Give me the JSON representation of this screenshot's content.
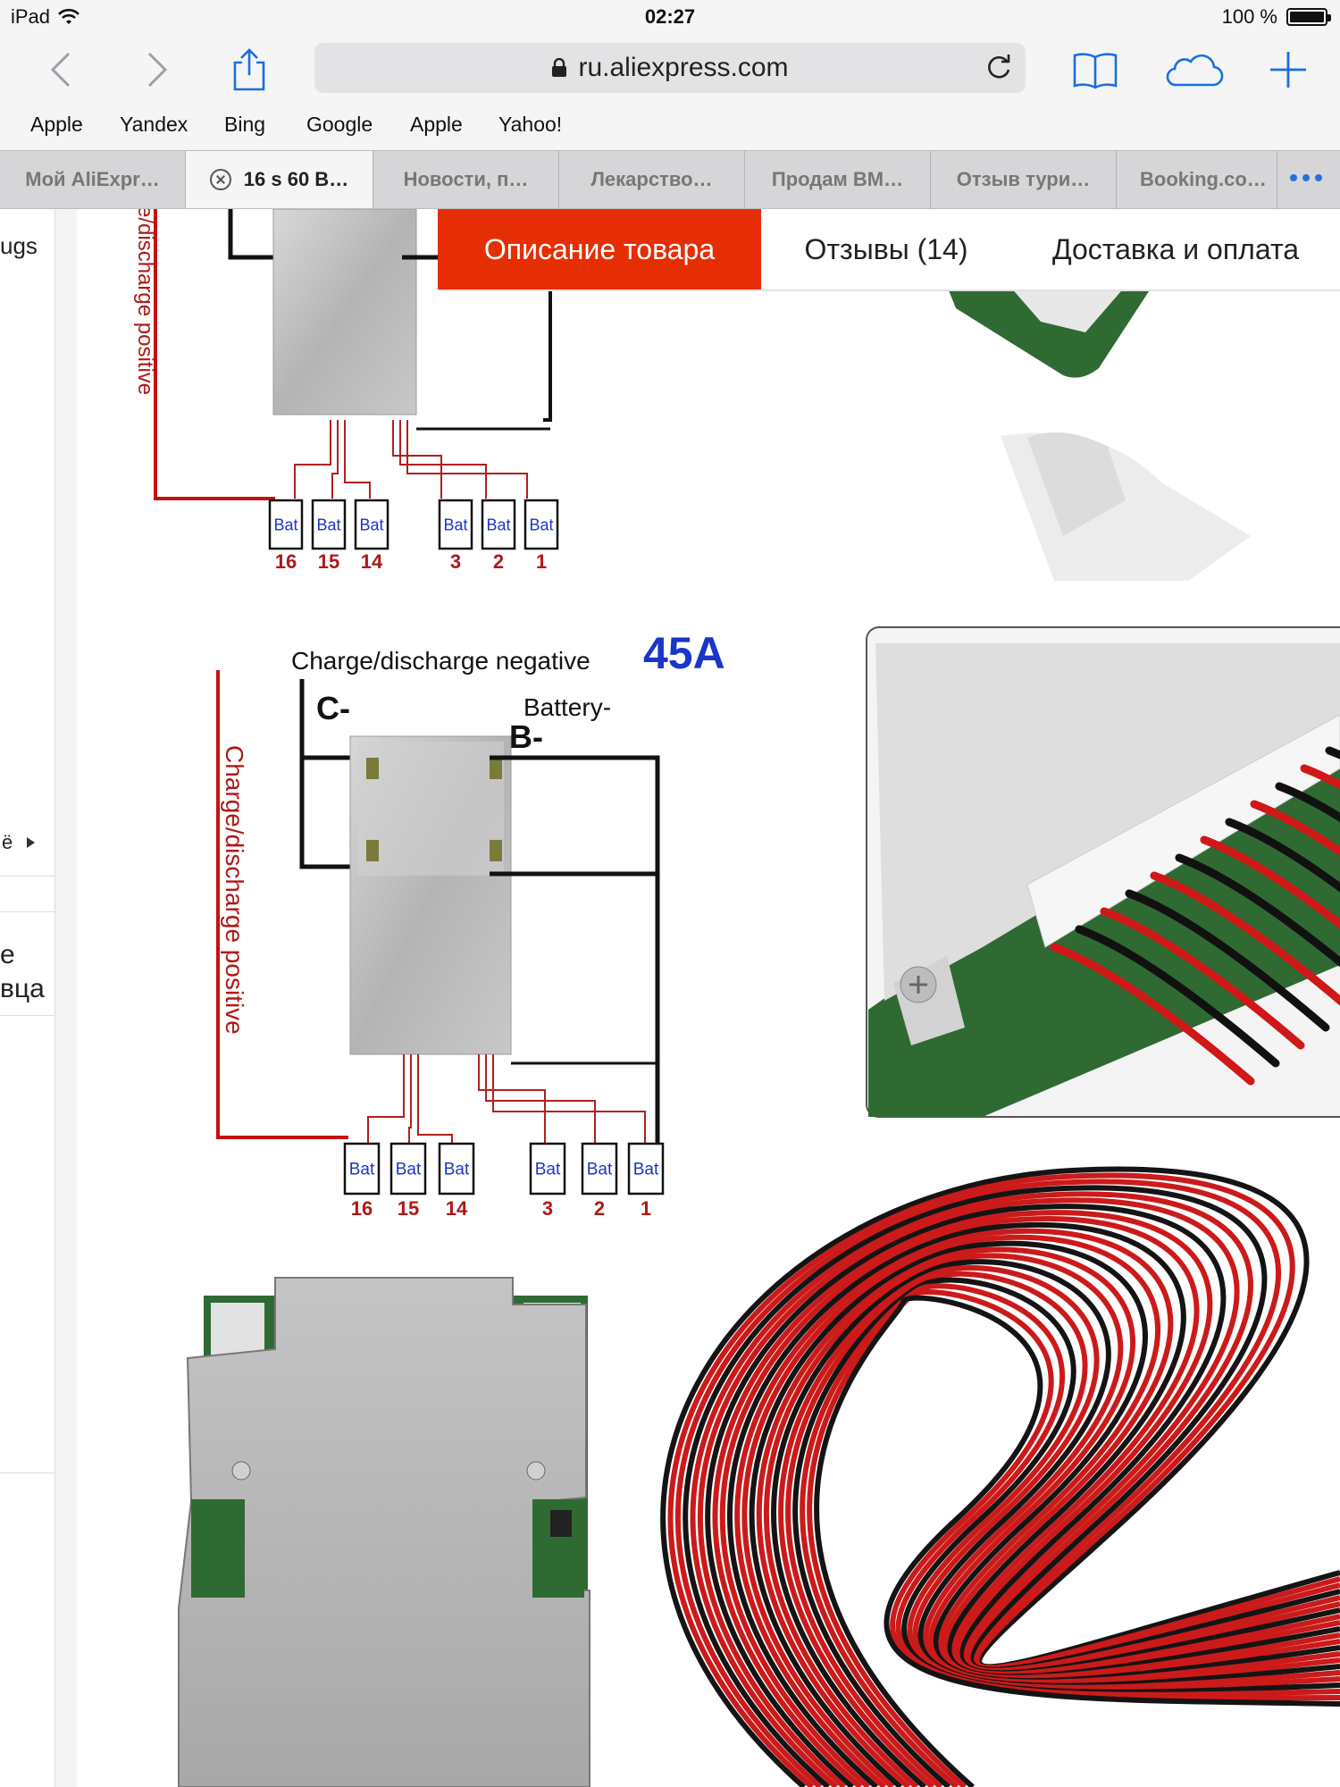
{
  "status": {
    "device": "iPad",
    "time": "02:27",
    "battery_text": "100 %"
  },
  "toolbar": {
    "url": "ru.aliexpress.com"
  },
  "bookmarks": [
    "Apple",
    "Yandex",
    "Bing",
    "Google",
    "Apple",
    "Yahoo!"
  ],
  "tabs": [
    "Мой AliExpr…",
    "16 s 60 B…",
    "Новости, п…",
    "Лекарство…",
    "Продам BM…",
    "Отзыв тури…",
    "Booking.co…"
  ],
  "left_panel": {
    "text1": "ugs",
    "text2": "ё",
    "text3a": "е",
    "text3b": "вца"
  },
  "product_tabs": {
    "description": "Описание товара",
    "reviews": "Отзывы (14)",
    "delivery": "Доставка и оплата"
  },
  "diagram_top": {
    "side_label": "e/discharge positive",
    "cell_numbers": [
      "16",
      "15",
      "14",
      "......",
      "3",
      "2",
      "1"
    ]
  },
  "diagram_mid": {
    "negative_label": "Charge/discharge negative",
    "rating": "45A",
    "c_label": "C-",
    "battery_label": "Battery-",
    "b_label": "B-",
    "side_label": "Charge/discharge positive",
    "cell_numbers": [
      "16",
      "15",
      "14",
      "......",
      "3",
      "2",
      "1"
    ]
  },
  "cell_label": "Bat",
  "colors": {
    "accent": "#e62e04",
    "rating_blue": "#1a36c8",
    "wire_red": "#c41212",
    "label_red": "#b01818"
  }
}
